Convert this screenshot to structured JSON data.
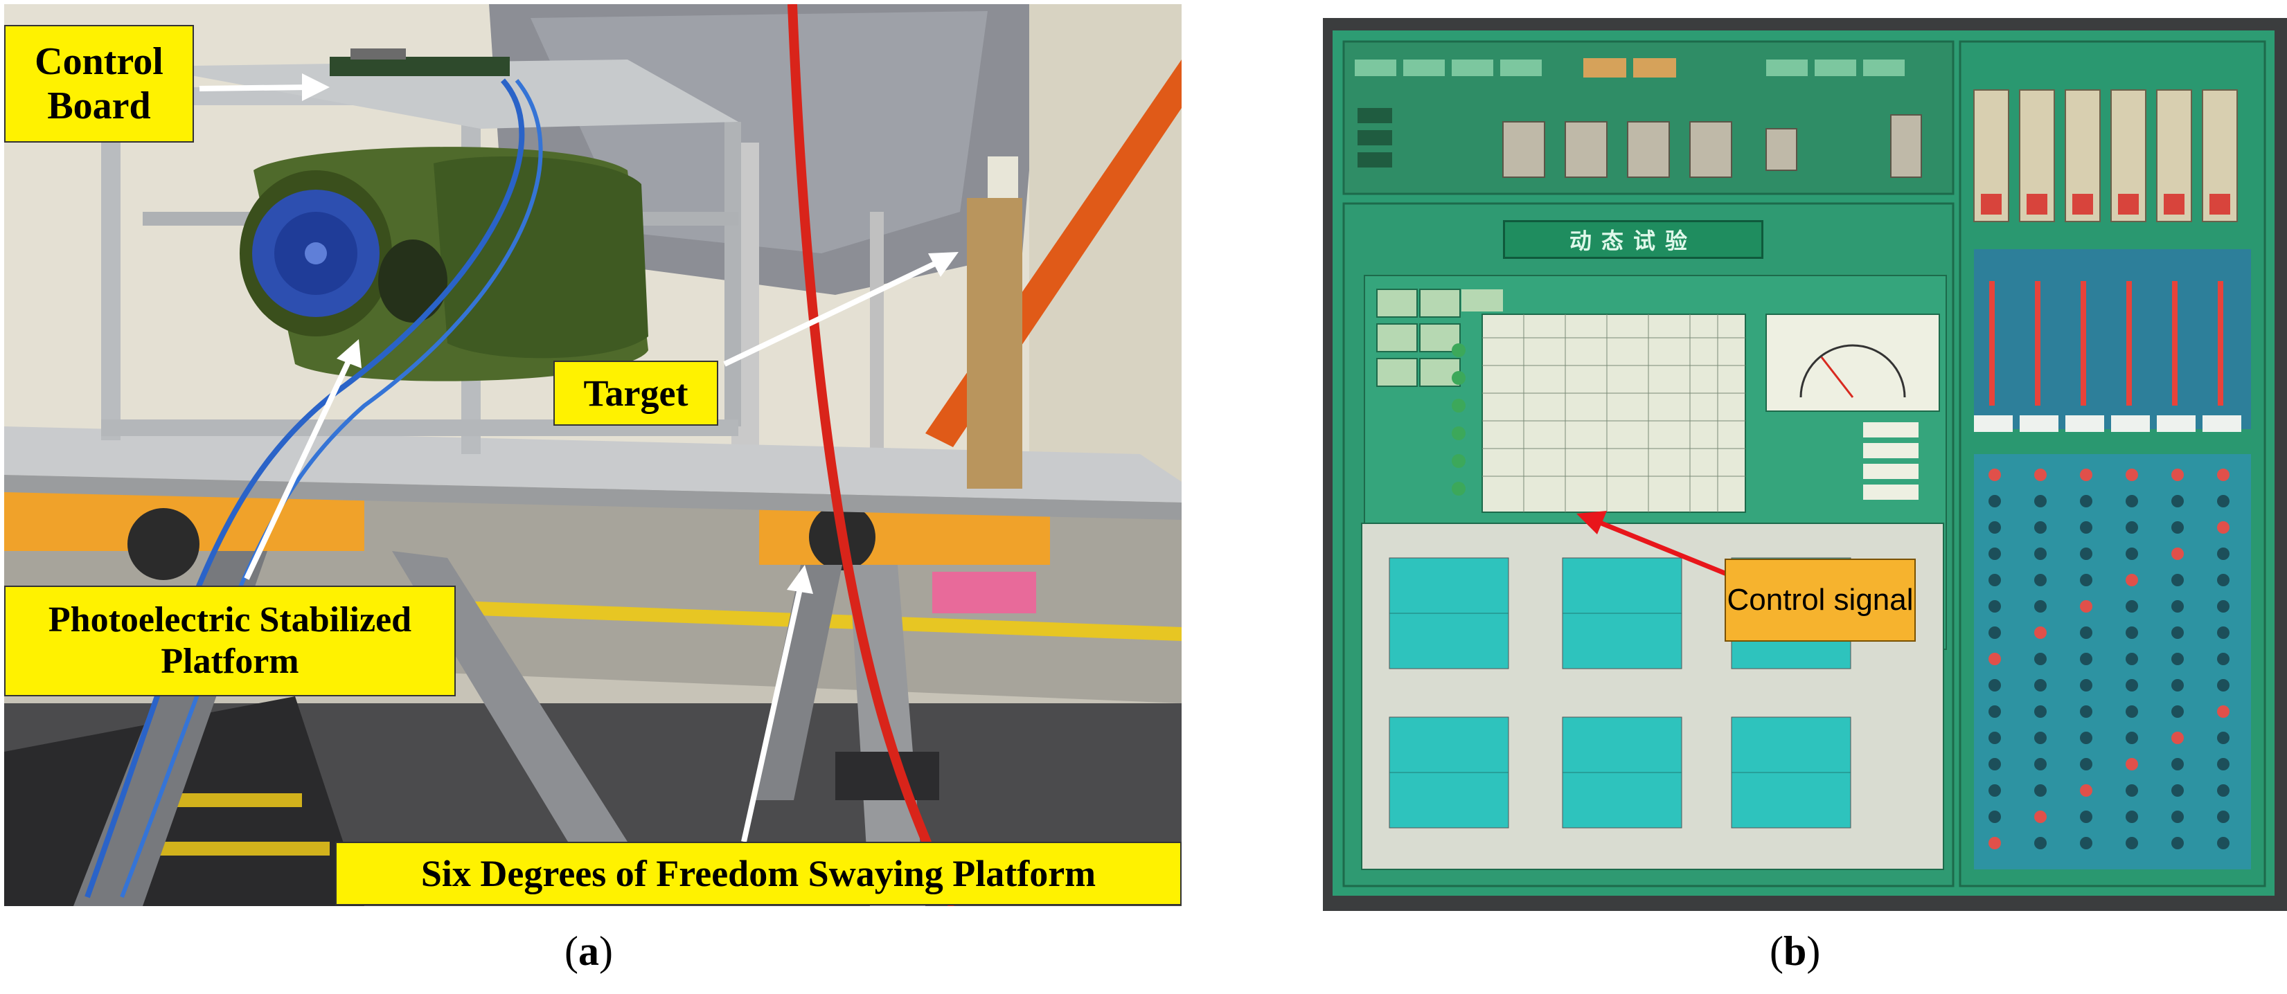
{
  "panel_a": {
    "labels": {
      "control_board": "Control Board",
      "target": "Target",
      "photoelectric": "Photoelectric Stabilized Platform",
      "six_dof": "Six Degrees of Freedom Swaying Platform"
    },
    "caption": "a"
  },
  "panel_b": {
    "labels": {
      "control_signal": "Control signal"
    },
    "screen_title": "动态试验",
    "caption": "b"
  },
  "colors": {
    "callout_fill": "#fff200",
    "signal_fill": "#f6b32e",
    "arrow_red": "#e8161b",
    "screen_bg": "#2d9c73",
    "plot_fill": "#2ec3bd"
  }
}
